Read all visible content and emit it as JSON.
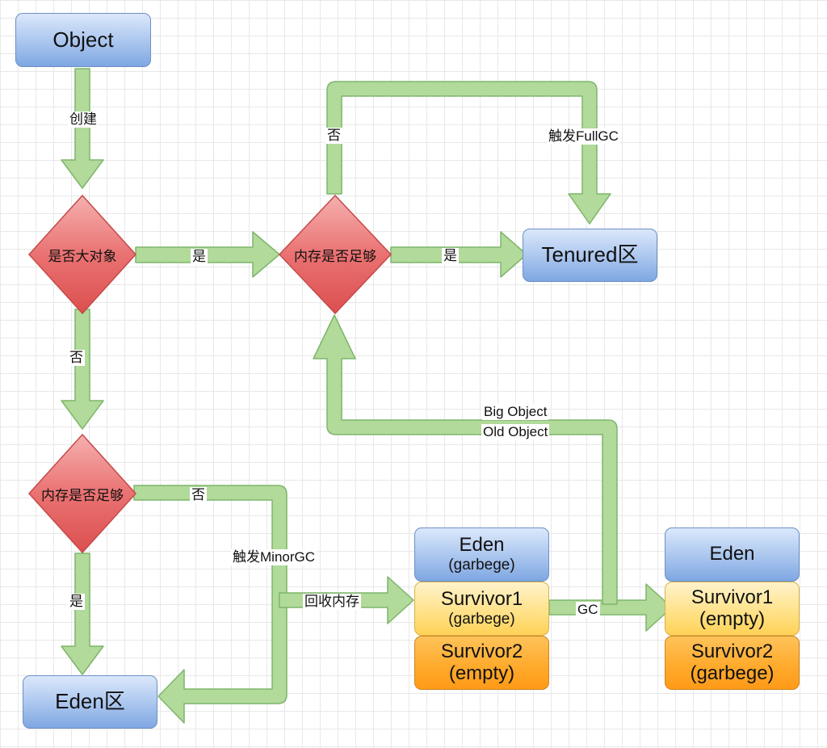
{
  "nodes": {
    "object": "Object",
    "decision_big_object": "是否大对象",
    "decision_memory_top": "内存是否足够",
    "decision_memory_left": "内存是否足够",
    "tenured": "Tenured区",
    "eden_area": "Eden区"
  },
  "heap_before": {
    "eden": "Eden",
    "eden_state": "(garbege)",
    "survivor1": "Survivor1",
    "survivor1_state": "(garbege)",
    "survivor2": "Survivor2",
    "survivor2_state": "(empty)"
  },
  "heap_after": {
    "eden": "Eden",
    "survivor1": "Survivor1",
    "survivor1_state": "(empty)",
    "survivor2": "Survivor2",
    "survivor2_state": "(garbege)"
  },
  "edges": {
    "create": "创建",
    "big_yes": "是",
    "big_no": "否",
    "top_yes": "是",
    "top_no": "否",
    "full_gc": "触发FullGC",
    "left_no": "否",
    "minor_gc": "触发MinorGC",
    "reclaim": "回收内存",
    "left_yes": "是",
    "gc": "GC",
    "big_object": "Big Object",
    "old_object": "Old Object"
  },
  "colors": {
    "arrow_fill": "#b2da9a",
    "arrow_stroke": "#7db66b",
    "diamond_fill": "#ea7070",
    "diamond_stroke": "#c54a4a"
  }
}
